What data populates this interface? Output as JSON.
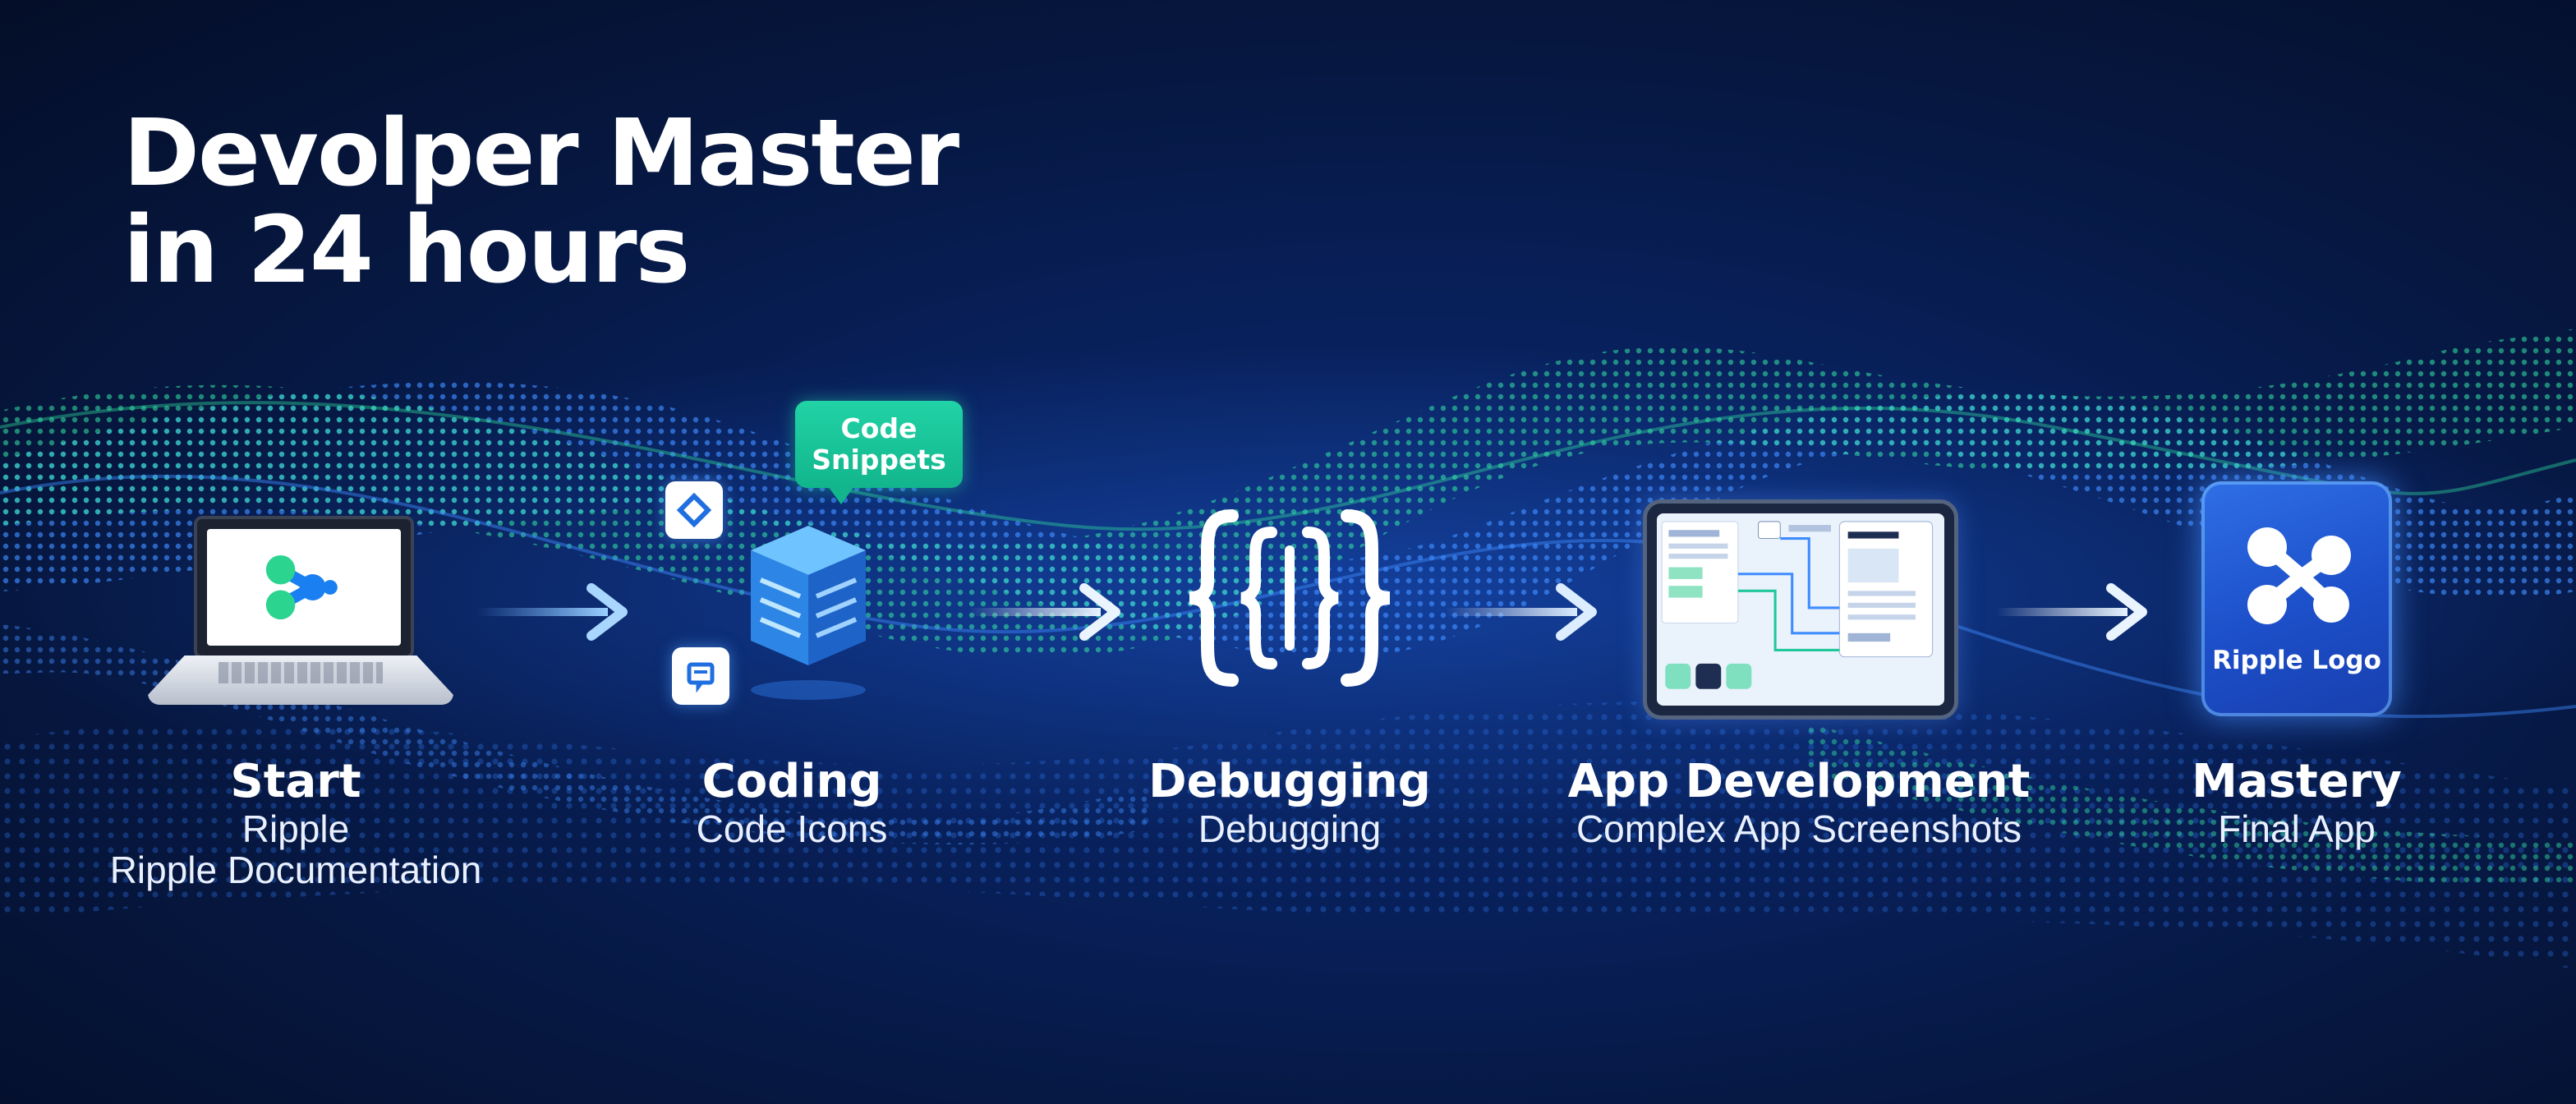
{
  "title": {
    "line1": "Devolper Master",
    "line2": "in 24 hours"
  },
  "stages": [
    {
      "name": "Start",
      "lines": [
        "Ripple",
        "Ripple Documentation"
      ]
    },
    {
      "name": "Coding",
      "lines": [
        "Code Icons"
      ]
    },
    {
      "name": "Debugging",
      "lines": [
        "Debugging"
      ]
    },
    {
      "name": "App Development",
      "lines": [
        "Complex App Screenshots"
      ]
    },
    {
      "name": "Mastery",
      "lines": [
        "Final App"
      ]
    }
  ],
  "code_bubble": {
    "line1": "Code",
    "line2": "Snippets"
  },
  "logo_tile": {
    "label": "Ripple Logo"
  },
  "colors": {
    "background": "#061740",
    "wave_green": "#2fe0a0",
    "wave_blue": "#3f8cff",
    "accent_teal": "#1cc79c",
    "logo_blue": "#2a62dd"
  },
  "icons": [
    "laptop-icon",
    "ripple-logo-icon",
    "diamond-icon",
    "chat-icon",
    "server-cube-icon",
    "curly-braces-icon",
    "tablet-app-icon",
    "arrow-right-icon"
  ]
}
